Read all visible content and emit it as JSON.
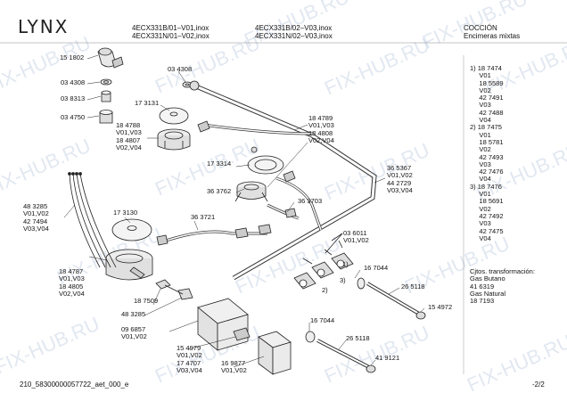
{
  "header": {
    "logo": "LYNX",
    "models_col1": "4ECX331B/01–V01,inox\n4ECX331N/01–V02,inox",
    "models_col2": "4ECX331B/02–V03,inox\n4ECX331N/02–V03,inox",
    "category": "COCCIÓN",
    "subcategory": "Encimeras mixtas"
  },
  "labels": {
    "p151802": "15 1802",
    "p034308a": "03 4308",
    "p034308b": "03 4308",
    "p038313": "03 8313",
    "p034750": "03 4750",
    "p173131": "17 3131",
    "p184788": "18 4788\nV01,V03\n18 4807\nV02,V04",
    "p184789": "18 4789\nV01,V03\n18 4808\nV02,V04",
    "p173314": "17 3314",
    "p363762": "36 3762",
    "p363703": "36 3703",
    "p365367": "36 5367\nV01,V02\n44 2729\nV03,V04",
    "p483285a": "48 3285\nV01,V02\n42 7494\nV03,V04",
    "p173130": "17 3130",
    "p363721": "36 3721",
    "p036011": "03 6011\nV01,V02",
    "p167044a": "16 7044",
    "p265118a": "26 5118",
    "p184787": "18 4787\nV01,V03\n18 4805\nV02,V04",
    "p187509": "18 7509",
    "p483285b": "48 3285",
    "p154972": "15 4972",
    "p096857": "09 6857\nV01,V02",
    "p167044b": "16 7044",
    "p265118b": "26 5118",
    "p154979": "15 4979\nV01,V02\n17 4707\nV03,V04",
    "p169877": "16 9877\nV01,V02",
    "p419121": "41 9121",
    "n1": "1)",
    "n2": "2)",
    "n3": "3)"
  },
  "right_panel": {
    "list": "1) 18 7474\n     V01\n     18 5589\n     V02\n     42 7491\n     V03\n     42 7488\n     V04\n2) 18 7475\n     V01\n     18 5781\n     V02\n     42 7493\n     V03\n     42 7476\n     V04\n3) 18 7476\n     V01\n     18 5691\n     V02\n     42 7492\n     V03\n     42 7475\n     V04",
    "conversion": "Cjtos. transformación:\nGas Butano\n41 6319\nGas Natural\n18 7193"
  },
  "footer": {
    "code": "210_58300000057722_aet_000_e",
    "page": "-2/2"
  },
  "watermark": "FIX-HUB.RU"
}
